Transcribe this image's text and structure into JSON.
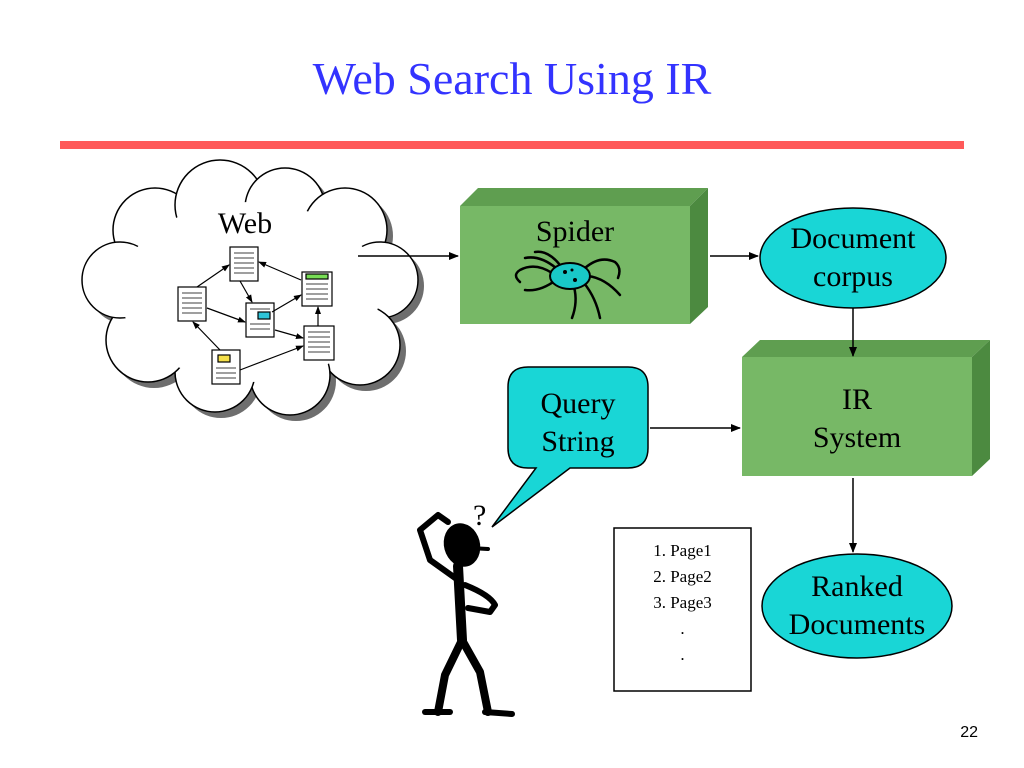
{
  "slide": {
    "title": "Web Search Using IR",
    "page_number": "22"
  },
  "diagram": {
    "web_label": "Web",
    "spider_label": "Spider",
    "document_corpus_line1": "Document",
    "document_corpus_line2": "corpus",
    "query_string_line1": "Query",
    "query_string_line2": "String",
    "ir_system_line1": "IR",
    "ir_system_line2": "System",
    "ranked_documents_line1": "Ranked",
    "ranked_documents_line2": "Documents",
    "question_mark": "?",
    "results_list": [
      "1. Page1",
      "2. Page2",
      "3. Page3",
      ".",
      "."
    ]
  },
  "colors": {
    "title": "#3333ff",
    "rule": "#ff5a5a",
    "box_green": "#77b866",
    "box_green_side": "#5f9e50",
    "ellipse_cyan": "#19d6d6"
  }
}
